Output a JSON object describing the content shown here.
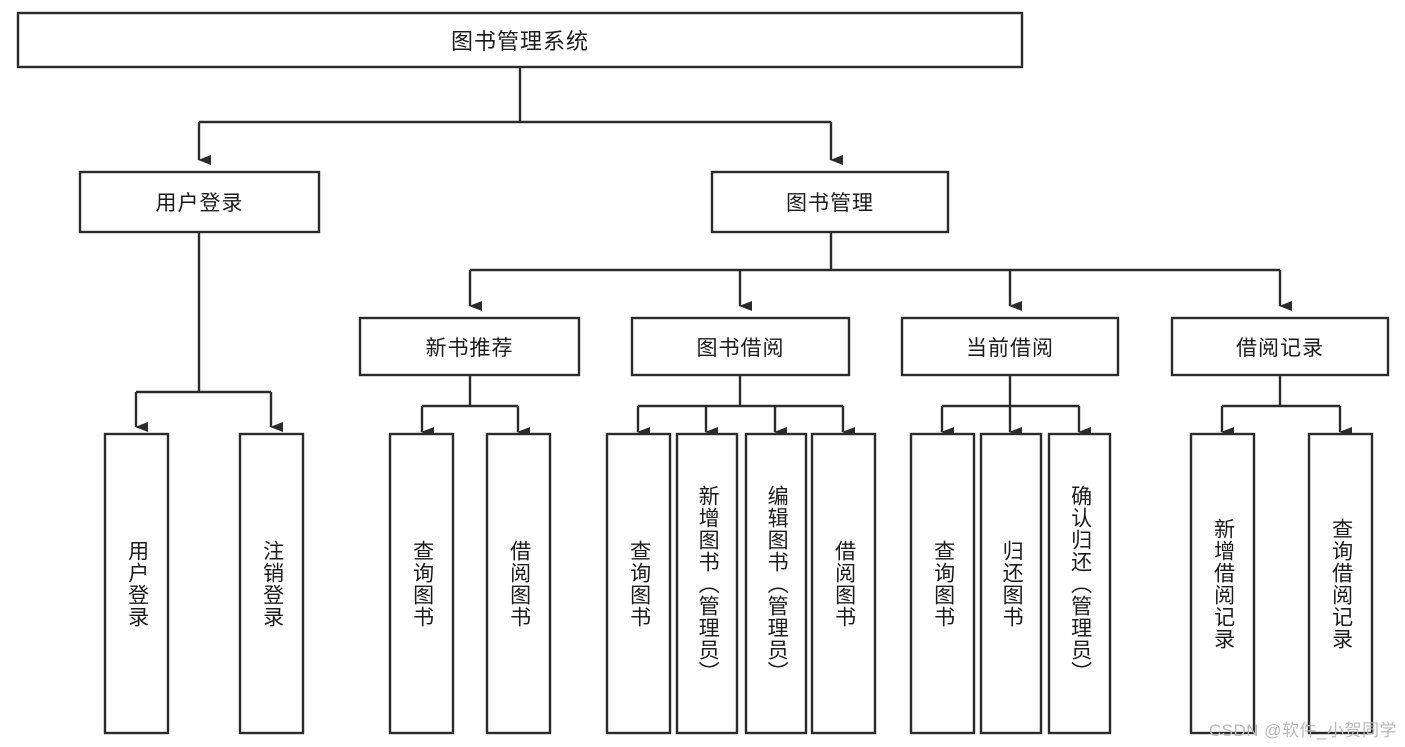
{
  "diagram": {
    "type": "tree-hierarchy",
    "title": "图书管理系统",
    "watermark": "CSDN @软件_小贺同学",
    "colors": {
      "background": "#ffffff",
      "box_stroke": "#2b2b2b",
      "box_fill": "#ffffff",
      "text": "#1b1b1b",
      "watermark": "#b9b9b9"
    },
    "levels": {
      "root": {
        "label": "图书管理系统"
      },
      "level2": [
        {
          "label": "用户登录"
        },
        {
          "label": "图书管理"
        }
      ],
      "level3": [
        {
          "label": "新书推荐"
        },
        {
          "label": "图书借阅"
        },
        {
          "label": "当前借阅"
        },
        {
          "label": "借阅记录"
        }
      ],
      "leaves_user_login": [
        {
          "label": "用户登录"
        },
        {
          "label": "注销登录"
        }
      ],
      "leaves_new_book": [
        {
          "label": "查询图书"
        },
        {
          "label": "借阅图书"
        }
      ],
      "leaves_borrow": [
        {
          "label": "查询图书"
        },
        {
          "label": "新增图书（管理员）"
        },
        {
          "label": "编辑图书（管理员）"
        },
        {
          "label": "借阅图书"
        }
      ],
      "leaves_current": [
        {
          "label": "查询图书"
        },
        {
          "label": "归还图书"
        },
        {
          "label": "确认归还（管理员）"
        }
      ],
      "leaves_records": [
        {
          "label": "新增借阅记录"
        },
        {
          "label": "查询借阅记录"
        }
      ]
    },
    "edges": [
      {
        "from": "图书管理系统",
        "to": "用户登录"
      },
      {
        "from": "图书管理系统",
        "to": "图书管理"
      },
      {
        "from": "图书管理",
        "to": "新书推荐"
      },
      {
        "from": "图书管理",
        "to": "图书借阅"
      },
      {
        "from": "图书管理",
        "to": "当前借阅"
      },
      {
        "from": "图书管理",
        "to": "借阅记录"
      },
      {
        "from": "用户登录",
        "to": "用户登录"
      },
      {
        "from": "用户登录",
        "to": "注销登录"
      },
      {
        "from": "新书推荐",
        "to": "查询图书"
      },
      {
        "from": "新书推荐",
        "to": "借阅图书"
      },
      {
        "from": "图书借阅",
        "to": "查询图书"
      },
      {
        "from": "图书借阅",
        "to": "新增图书（管理员）"
      },
      {
        "from": "图书借阅",
        "to": "编辑图书（管理员）"
      },
      {
        "from": "图书借阅",
        "to": "借阅图书"
      },
      {
        "from": "当前借阅",
        "to": "查询图书"
      },
      {
        "from": "当前借阅",
        "to": "归还图书"
      },
      {
        "from": "当前借阅",
        "to": "确认归还（管理员）"
      },
      {
        "from": "借阅记录",
        "to": "新增借阅记录"
      },
      {
        "from": "借阅记录",
        "to": "查询借阅记录"
      }
    ]
  }
}
